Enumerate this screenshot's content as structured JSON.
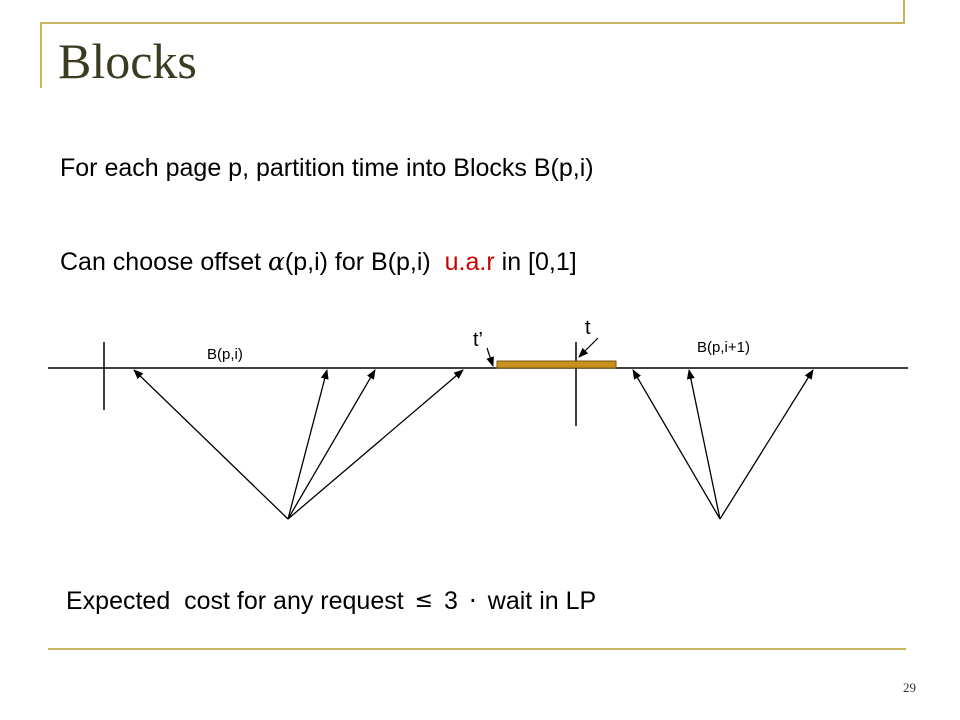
{
  "slide": {
    "title": "Blocks",
    "page_number": "29"
  },
  "body": {
    "line1": "For each page p, partition time into Blocks B(p,i)",
    "line2": {
      "pre": "Can choose offset ",
      "alpha": "α",
      "mid": "(p,i) for B(p,i)  ",
      "red": "u.a.r",
      "post": " in [0,1]"
    },
    "expected": {
      "pre": "Expected  cost for any request",
      "leq": "≤",
      "num": "3",
      "dot": "·",
      "post": "wait in LP"
    }
  },
  "diagram": {
    "block_left_label": "B(p,i)",
    "block_right_label": "B(p,i+1)",
    "t_prime_label": "t’",
    "t_label": "t",
    "colors": {
      "interval_fill": "#c8901c",
      "interval_stroke": "#7a5410"
    }
  }
}
